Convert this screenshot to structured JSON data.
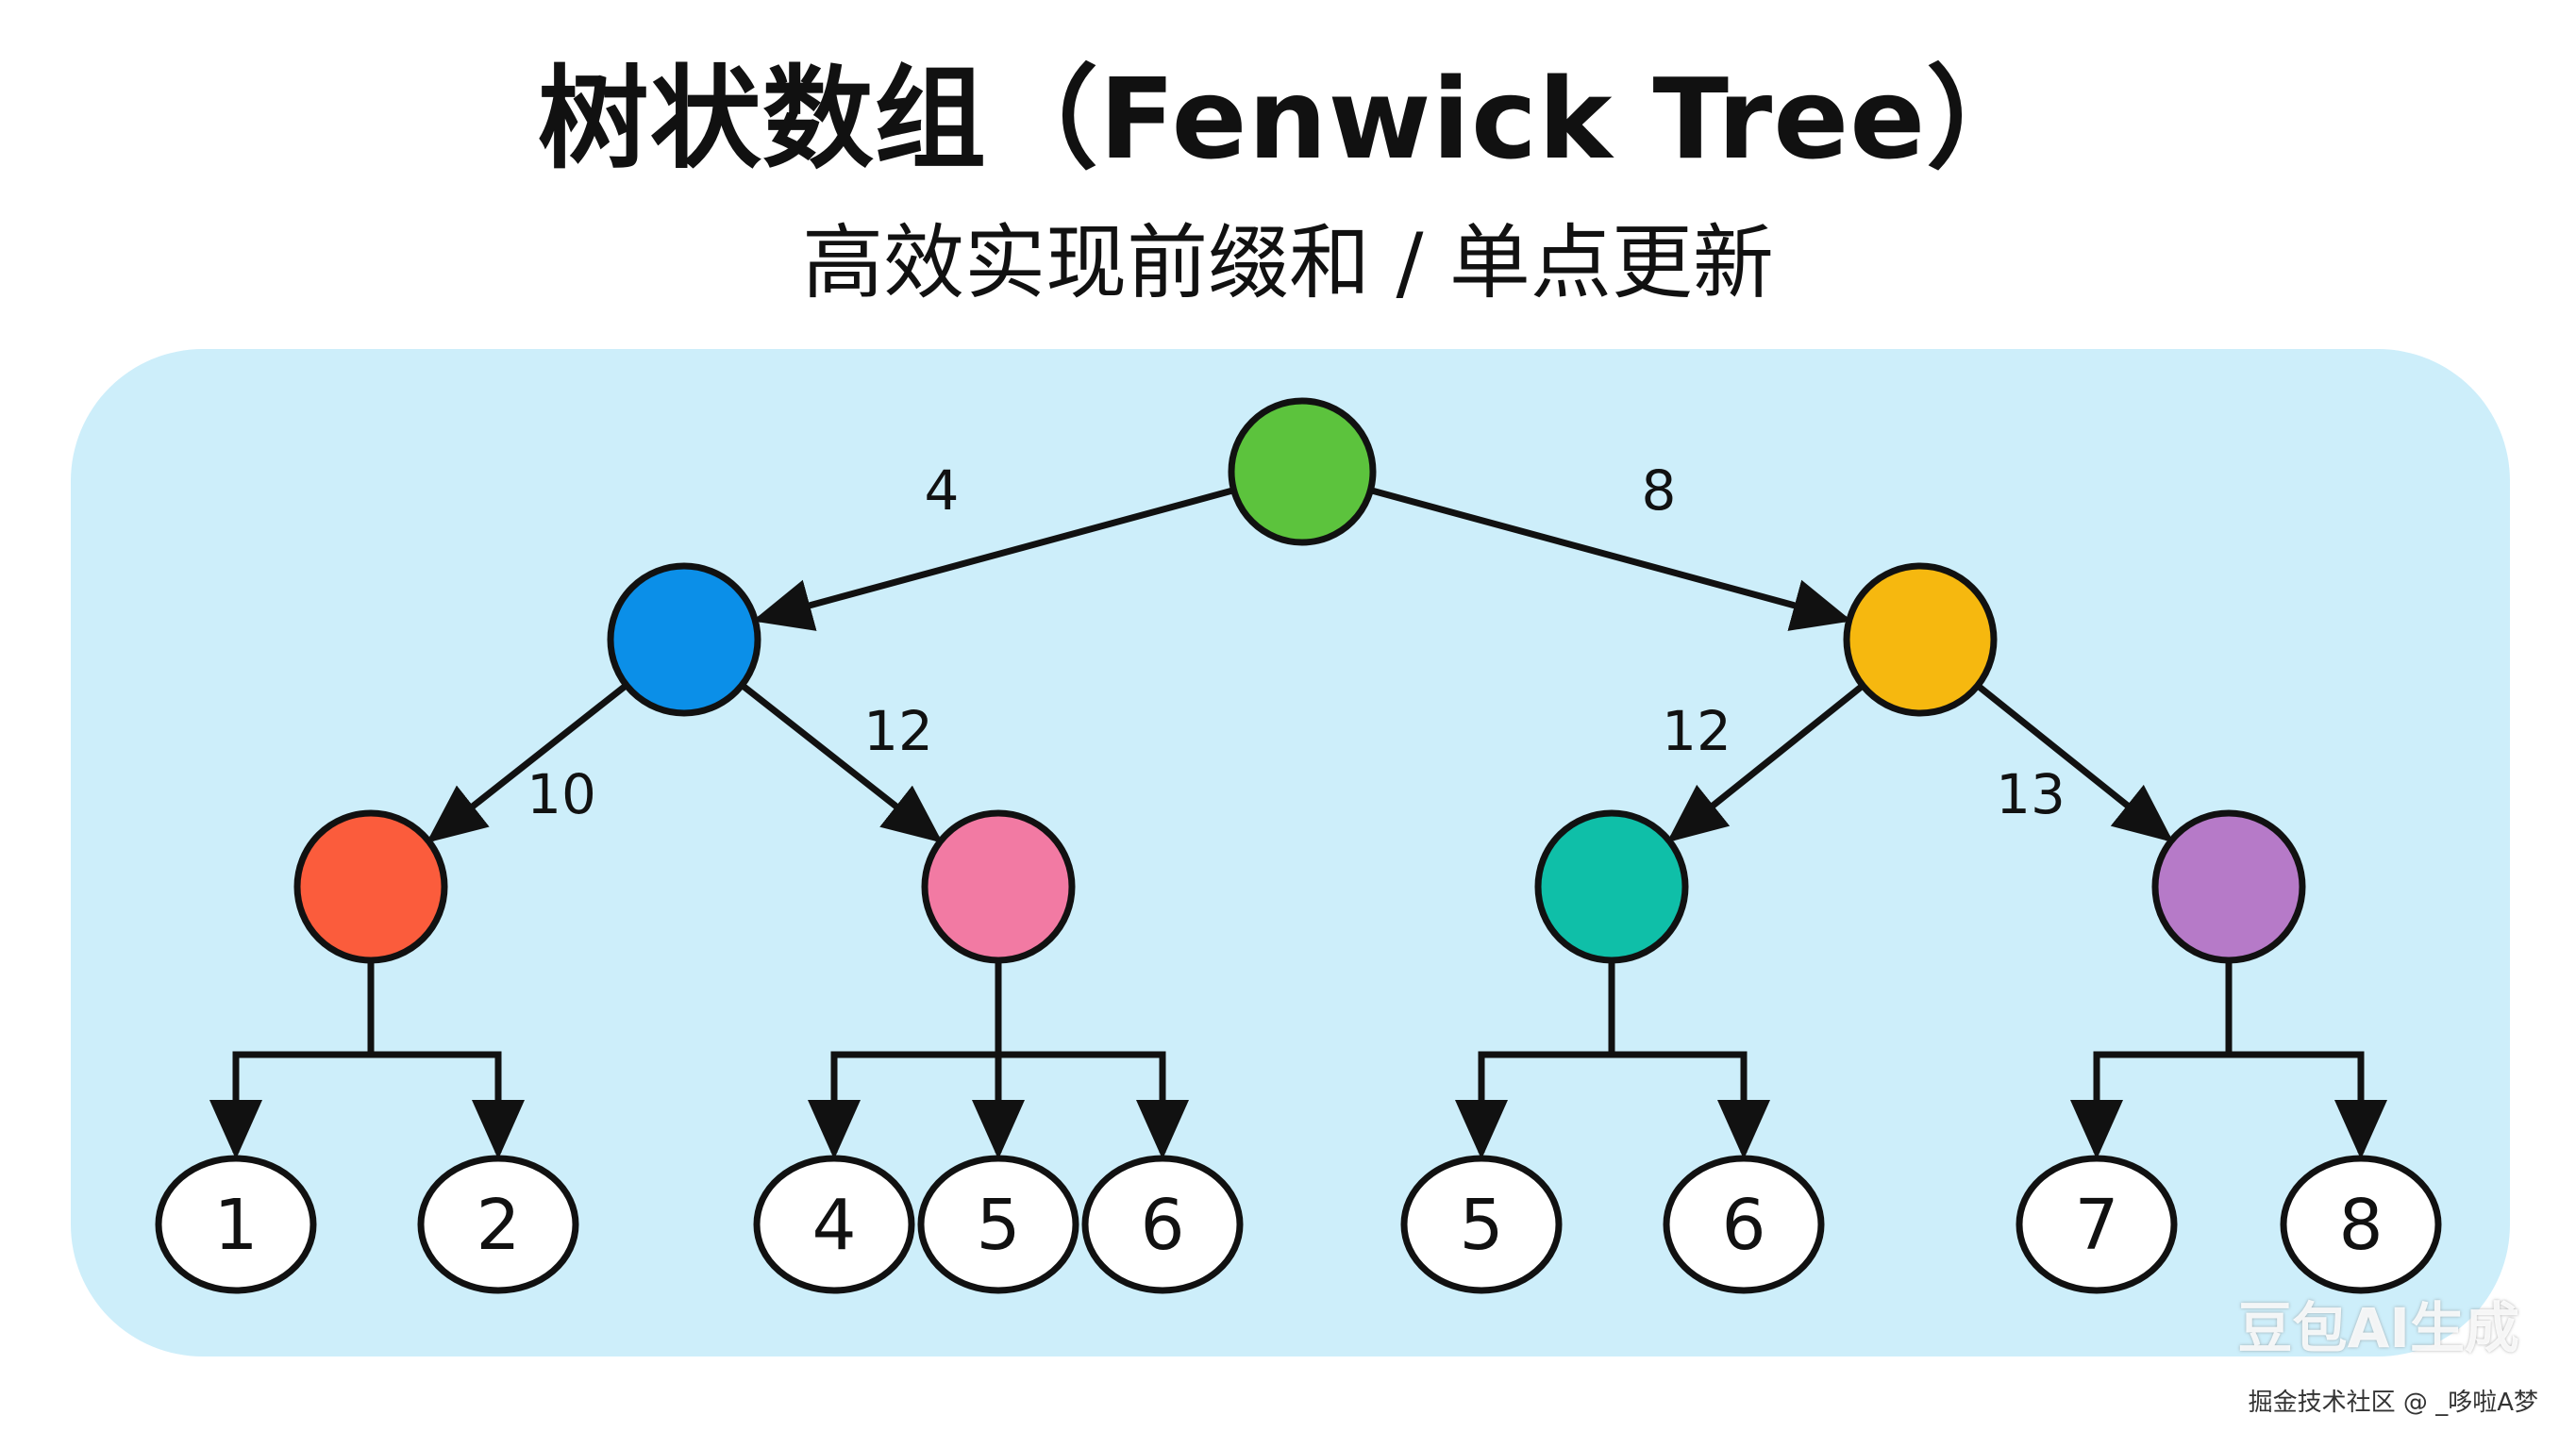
{
  "title": "树状数组（Fenwick Tree）",
  "subtitle": "高效实现前缀和 / 单点更新",
  "nodes": [
    {
      "id": "root",
      "color": "#5cc33d",
      "label": ""
    },
    {
      "id": "l1-left",
      "color": "#0b8fe8",
      "label": ""
    },
    {
      "id": "l1-right",
      "color": "#f6b80f",
      "label": ""
    },
    {
      "id": "l2-a",
      "color": "#fb5c3c",
      "label": ""
    },
    {
      "id": "l2-b",
      "color": "#f27aa3",
      "label": ""
    },
    {
      "id": "l2-c",
      "color": "#0fbfa8",
      "label": ""
    },
    {
      "id": "l2-d",
      "color": "#b67ac8",
      "label": ""
    },
    {
      "id": "leaf-1",
      "color": "#ffffff",
      "label": "1"
    },
    {
      "id": "leaf-2",
      "color": "#ffffff",
      "label": "2"
    },
    {
      "id": "leaf-4",
      "color": "#ffffff",
      "label": "4"
    },
    {
      "id": "leaf-5a",
      "color": "#ffffff",
      "label": "5"
    },
    {
      "id": "leaf-6a",
      "color": "#ffffff",
      "label": "6"
    },
    {
      "id": "leaf-5b",
      "color": "#ffffff",
      "label": "5"
    },
    {
      "id": "leaf-6b",
      "color": "#ffffff",
      "label": "6"
    },
    {
      "id": "leaf-7",
      "color": "#ffffff",
      "label": "7"
    },
    {
      "id": "leaf-8",
      "color": "#ffffff",
      "label": "8"
    }
  ],
  "edges": [
    {
      "from": "root",
      "to": "l1-left",
      "label": "4"
    },
    {
      "from": "root",
      "to": "l1-right",
      "label": "8"
    },
    {
      "from": "l1-left",
      "to": "l2-a",
      "label": "10"
    },
    {
      "from": "l1-left",
      "to": "l2-b",
      "label": "12"
    },
    {
      "from": "l1-right",
      "to": "l2-c",
      "label": "12"
    },
    {
      "from": "l1-right",
      "to": "l2-d",
      "label": "13"
    }
  ],
  "branches": [
    {
      "from": "l2-a",
      "to": [
        "leaf-1",
        "leaf-2"
      ]
    },
    {
      "from": "l2-b",
      "to": [
        "leaf-4",
        "leaf-5a",
        "leaf-6a"
      ]
    },
    {
      "from": "l2-c",
      "to": [
        "leaf-5b",
        "leaf-6b"
      ]
    },
    {
      "from": "l2-d",
      "to": [
        "leaf-7",
        "leaf-8"
      ]
    }
  ],
  "watermark": "豆包AI生成",
  "credit": "掘金技术社区 @ _哆啦A梦"
}
